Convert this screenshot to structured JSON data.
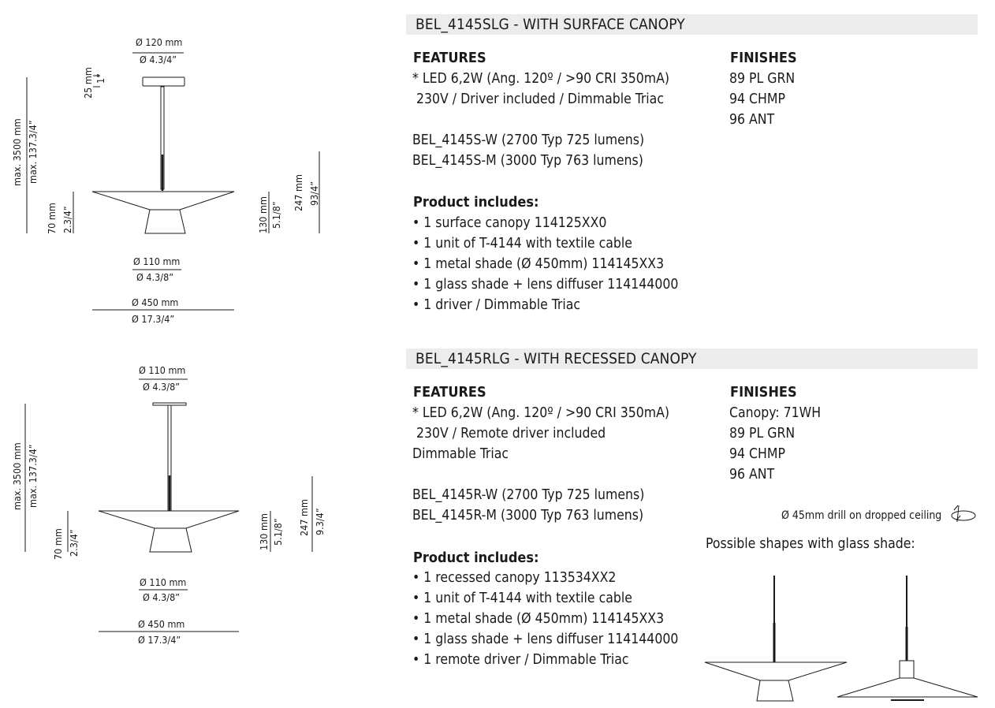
{
  "sections": [
    {
      "header_code": "BEL_4145SLG",
      "header_rest": " - WITH SURFACE CANOPY",
      "features_title": "FEATURES",
      "features": [
        "* LED 6,2W (Ang. 120º / >90 CRI 350mA)",
        " 230V / Driver included / Dimmable Triac"
      ],
      "variants": [
        "BEL_4145S-W (2700 Typ 725 lumens)",
        "BEL_4145S-M (3000 Typ 763 lumens)"
      ],
      "includes_title": "Product includes:",
      "includes": [
        "• 1 surface canopy 114125XX0",
        "• 1 unit of T-4144 with textile cable",
        "• 1 metal shade (Ø 450mm) 114145XX3",
        "• 1 glass shade + lens diffuser 114144000",
        "• 1 driver / Dimmable Triac"
      ],
      "finishes_title": "FINISHES",
      "finishes": [
        "89 PL GRN",
        "94 CHMP",
        "96 ANT"
      ]
    },
    {
      "header_code": "BEL_4145RLG",
      "header_rest": " - WITH RECESSED CANOPY",
      "features_title": "FEATURES",
      "features": [
        "* LED 6,2W (Ang. 120º / >90 CRI 350mA)",
        " 230V / Remote driver included",
        "Dimmable Triac"
      ],
      "variants": [
        "BEL_4145R-W (2700 Typ 725 lumens)",
        "BEL_4145R-M (3000 Typ 763 lumens)"
      ],
      "includes_title": "Product includes:",
      "includes": [
        "• 1 recessed canopy 113534XX2",
        "• 1 unit of T-4144 with textile cable",
        "• 1 metal shade (Ø 450mm) 114145XX3",
        "• 1 glass shade + lens diffuser 114144000",
        "• 1 remote driver / Dimmable Triac"
      ],
      "finishes_title": "FINISHES",
      "finishes": [
        "Canopy: 71WH",
        "89 PL GRN",
        "94 CHMP",
        "96 ANT"
      ]
    }
  ],
  "drill_note": "Ø 45mm drill on dropped ceiling",
  "shapes_title": "Possible shapes with glass shade:",
  "drawing1": {
    "canopy_mm": "Ø 120 mm",
    "canopy_in": "Ø 4.3/4”",
    "canopy_h_mm": "25 mm",
    "canopy_h_in": "1”",
    "max_mm": "max. 3500 mm",
    "max_in": "max. 137.3/4”",
    "glass_h_mm": "70 mm",
    "glass_h_in": "2.3/4”",
    "shade_h_mm": "130 mm",
    "shade_h_in": "5.1/8”",
    "total_h_mm": "247 mm",
    "total_h_in": "93/4”",
    "glass_d_mm": "Ø 110 mm",
    "glass_d_in": "Ø 4.3/8”",
    "shade_d_mm": "Ø  450 mm",
    "shade_d_in": "Ø  17.3/4”"
  },
  "drawing2": {
    "canopy_mm": "Ø 110 mm",
    "canopy_in": "Ø 4.3/8”",
    "max_mm": "max. 3500 mm",
    "max_in": "max. 137.3/4”",
    "glass_h_mm": "70 mm",
    "glass_h_in": "2.3/4”",
    "shade_h_mm": "130 mm",
    "shade_h_in": "5.1/8”",
    "total_h_mm": "247 mm",
    "total_h_in": "9.3/4”",
    "glass_d_mm": "Ø 110 mm",
    "glass_d_in": "Ø 4.3/8”",
    "shade_d_mm": "Ø  450 mm",
    "shade_d_in": "Ø  17.3/4”"
  }
}
